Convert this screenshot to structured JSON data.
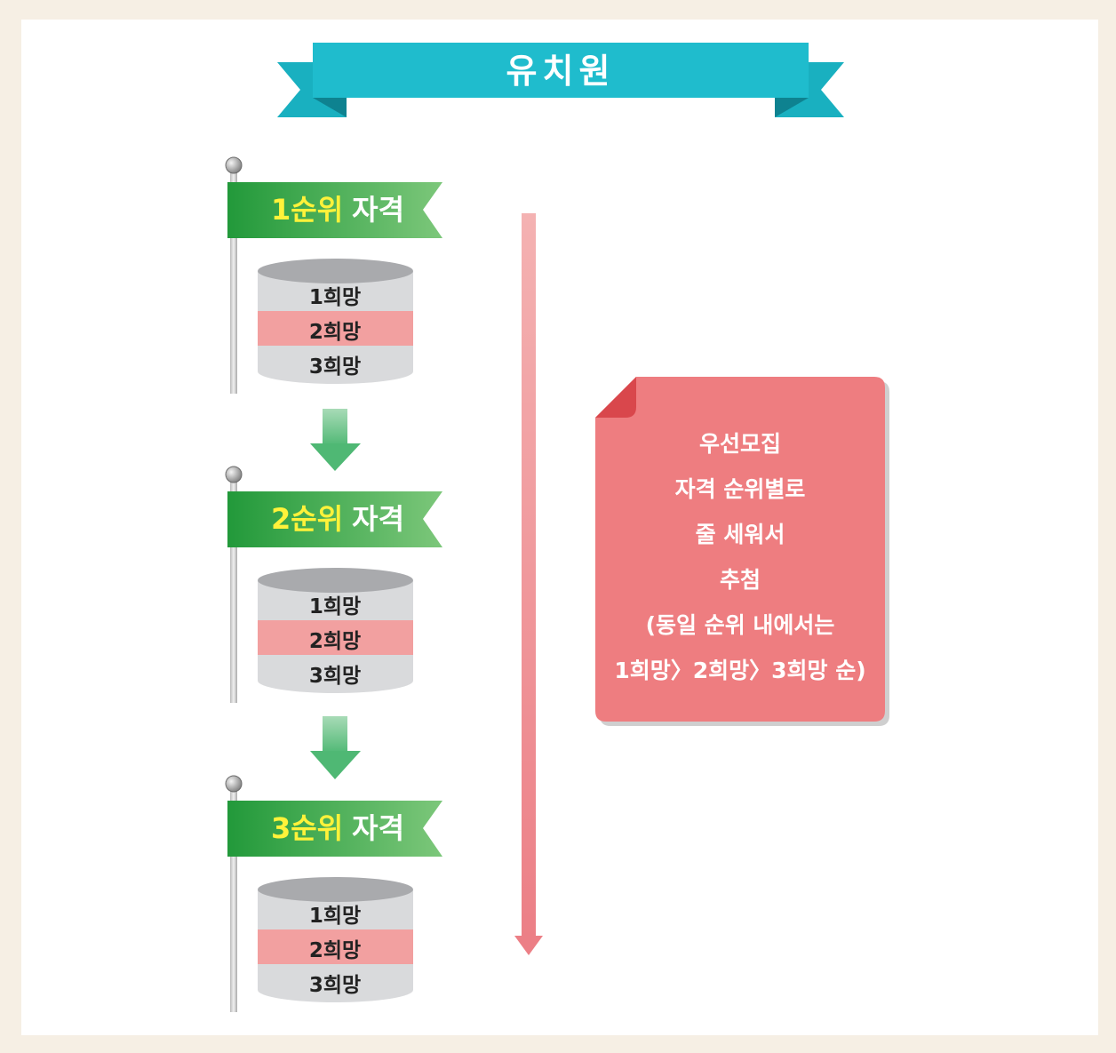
{
  "banner": {
    "title": "유치원"
  },
  "flags": [
    {
      "rank": "1순위",
      "word": "자격",
      "drum": [
        "1희망",
        "2희망",
        "3희망"
      ]
    },
    {
      "rank": "2순위",
      "word": "자격",
      "drum": [
        "1희망",
        "2희망",
        "3희망"
      ]
    },
    {
      "rank": "3순위",
      "word": "자격",
      "drum": [
        "1희망",
        "2희망",
        "3희망"
      ]
    }
  ],
  "note": {
    "lines": [
      "우선모집",
      "자격 순위별로",
      "줄 세워서",
      "추첨",
      "(동일 순위 내에서는",
      "1희망〉2희망〉3희망 순)"
    ]
  },
  "colors": {
    "banner": "#1fbccd",
    "banner_dark": "#0f8f9e",
    "flag_green": "#3aa84a",
    "drum_gray": "#d9dadc",
    "drum_pink": "#f2a0a0",
    "arrow_green": "#5cbf7c",
    "timeline_pink": "#ee8a8f",
    "note_bg": "#ee7d80",
    "note_corner": "#d9474c"
  }
}
